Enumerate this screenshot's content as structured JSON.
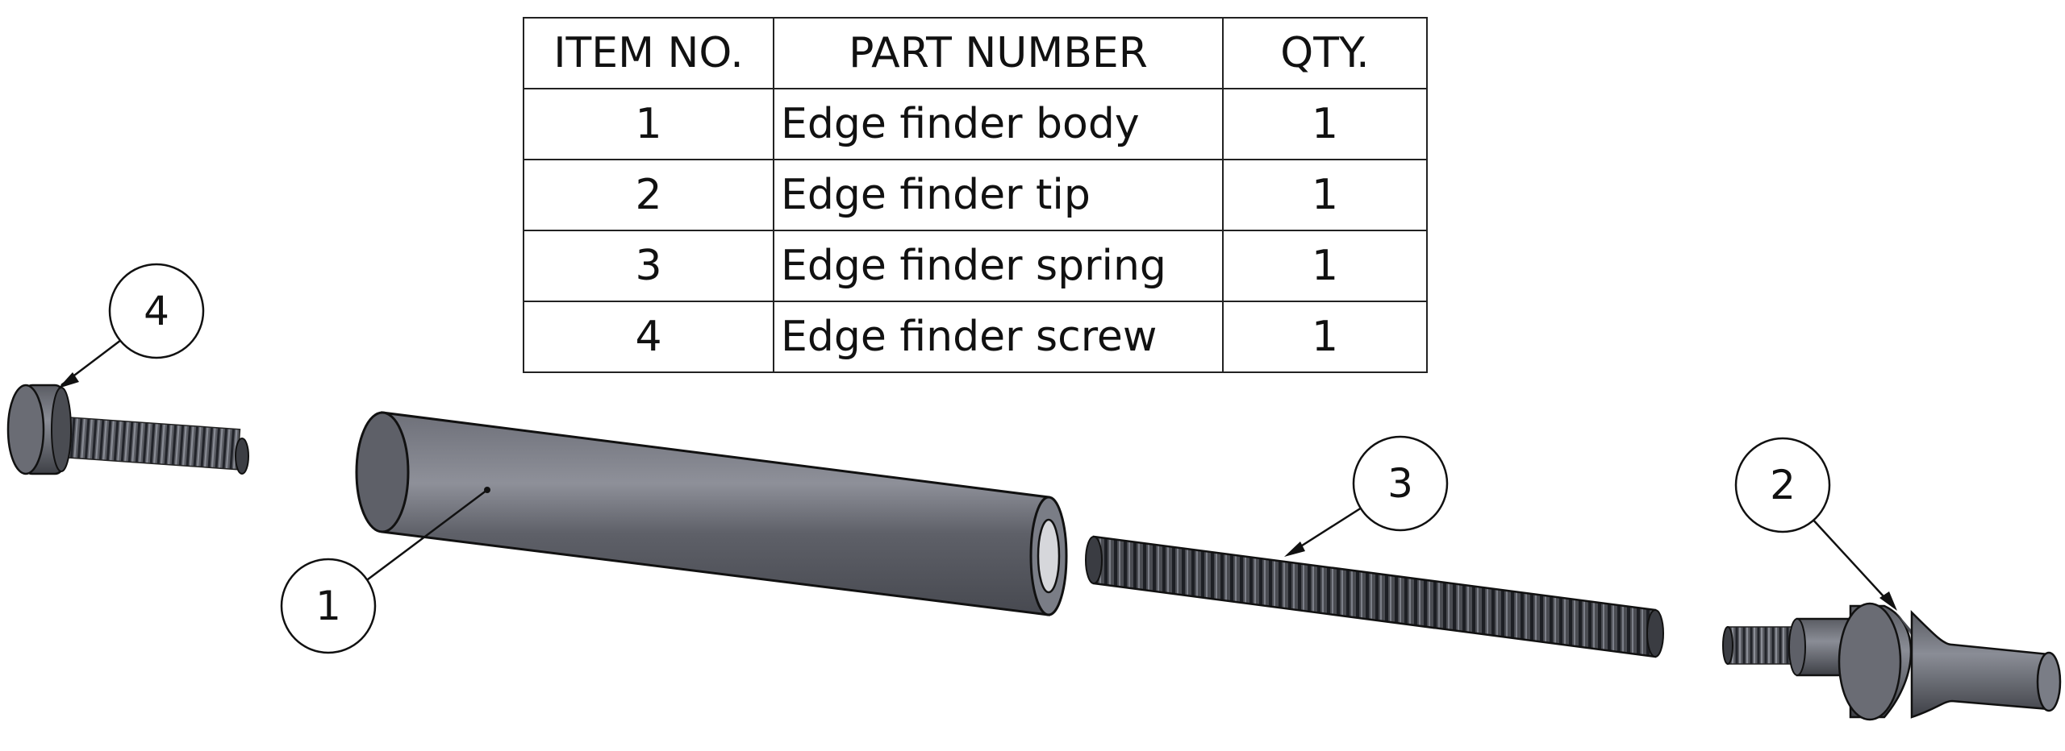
{
  "bom": {
    "headers": [
      "ITEM NO.",
      "PART NUMBER",
      "QTY."
    ],
    "rows": [
      {
        "item": "1",
        "part": "Edge finder body",
        "qty": "1"
      },
      {
        "item": "2",
        "part": "Edge finder tip",
        "qty": "1"
      },
      {
        "item": "3",
        "part": "Edge finder spring",
        "qty": "1"
      },
      {
        "item": "4",
        "part": "Edge finder screw",
        "qty": "1"
      }
    ]
  },
  "balloons": [
    "1",
    "2",
    "3",
    "4"
  ],
  "colors": {
    "part_body": "#5e6068",
    "part_highlight": "#8c8f98",
    "part_dark": "#3c3e44",
    "line": "#111111"
  }
}
